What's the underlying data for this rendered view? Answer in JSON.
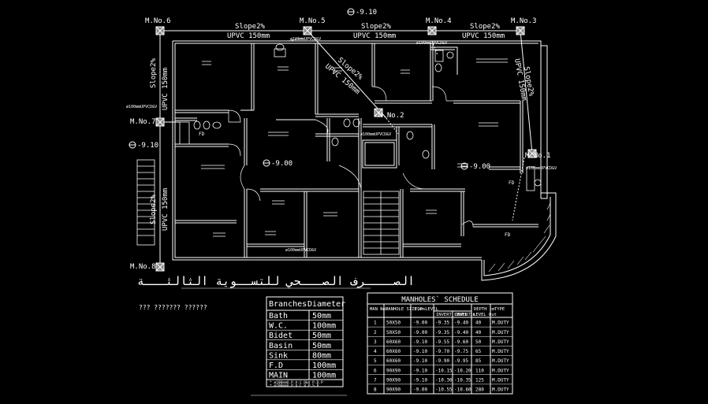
{
  "colors": {
    "background": "#000000",
    "lines": "#ffffff",
    "walls": "#ffffff",
    "dim": "#cccccc"
  },
  "manholes": [
    {
      "label": "M.No.6"
    },
    {
      "label": "M.No.5"
    },
    {
      "label": "M.No.4"
    },
    {
      "label": "M.No.3"
    },
    {
      "label": "M.No.7"
    },
    {
      "label": "M.No.2"
    },
    {
      "label": "M.No.1"
    },
    {
      "label": "M.No.8"
    }
  ],
  "pipe_labels": {
    "slope": "Slope2%",
    "upvc": "UPVC 150mm",
    "stack_a": "ø100mmUPVCD&V",
    "stack_b": "ø100mmUPVCD&V",
    "stack_c": "ø100mmUPVCD&V",
    "stack_d": "ø100mmUPVCD&V",
    "stack_e": "ø100mmUPVCD&V",
    "stack_f": "ø100mmUPVCD&V"
  },
  "levels": {
    "top": "-9.10",
    "left": "-9.10",
    "center": "-9.00",
    "right": "-9.00"
  },
  "fixtures": {
    "fd": "FD",
    "fd_main": "FD",
    "fd_corner": "FD"
  },
  "title_arabic": "الصــــرف الصـــحي للتســوية الثالثـــة",
  "subtitle": "??? ??????? ??????",
  "branches_table": {
    "headers": [
      "Branches",
      "Diameter"
    ],
    "rows": [
      [
        "Bath",
        "50mm"
      ],
      [
        "W.C.",
        "100mm"
      ],
      [
        "Bidet",
        "50mm"
      ],
      [
        "Basin",
        "50mm"
      ],
      [
        "Sink",
        "80mm"
      ],
      [
        "F.D",
        "100mm"
      ],
      [
        "MAIN",
        "100mm"
      ]
    ],
    "notes": [
      "* ø100mmU.P.V.C D&V P.D.P",
      "* ø100mmU.P.V.C V.P.S.P"
    ]
  },
  "manhole_schedule": {
    "title": "MANHOLES` SCHEDULE",
    "headers": [
      "MAN No.",
      "MANHOLE SIZE,cm",
      "TOP LEVEL",
      "INVERT LEVEL In",
      "INVERT LEVEL Out",
      "DEPTH cm",
      "TYPE"
    ],
    "rows": [
      [
        "1",
        "50X50",
        "-9.00",
        "-9.35",
        "-9.40",
        "40",
        "M.DUTY"
      ],
      [
        "2",
        "50X50",
        "-9.00",
        "-9.35",
        "-9.40",
        "40",
        "M.DUTY"
      ],
      [
        "3",
        "60X60",
        "-9.10",
        "-9.55",
        "-9.60",
        "50",
        "M.DUTY"
      ],
      [
        "4",
        "60X60",
        "-9.10",
        "-9.70",
        "-9.75",
        "65",
        "M.DUTY"
      ],
      [
        "5",
        "60X60",
        "-9.10",
        "-9.90",
        "-9.95",
        "85",
        "M.DUTY"
      ],
      [
        "6",
        "90X90",
        "-9.10",
        "-10.15",
        "-10.20",
        "110",
        "M.DUTY"
      ],
      [
        "7",
        "90X90",
        "-9.10",
        "-10.30",
        "-10.35",
        "125",
        "M.DUTY"
      ],
      [
        "8",
        "90X90",
        "-9.00",
        "-10.55",
        "-10.60",
        "280",
        "M.DUTY"
      ]
    ]
  }
}
